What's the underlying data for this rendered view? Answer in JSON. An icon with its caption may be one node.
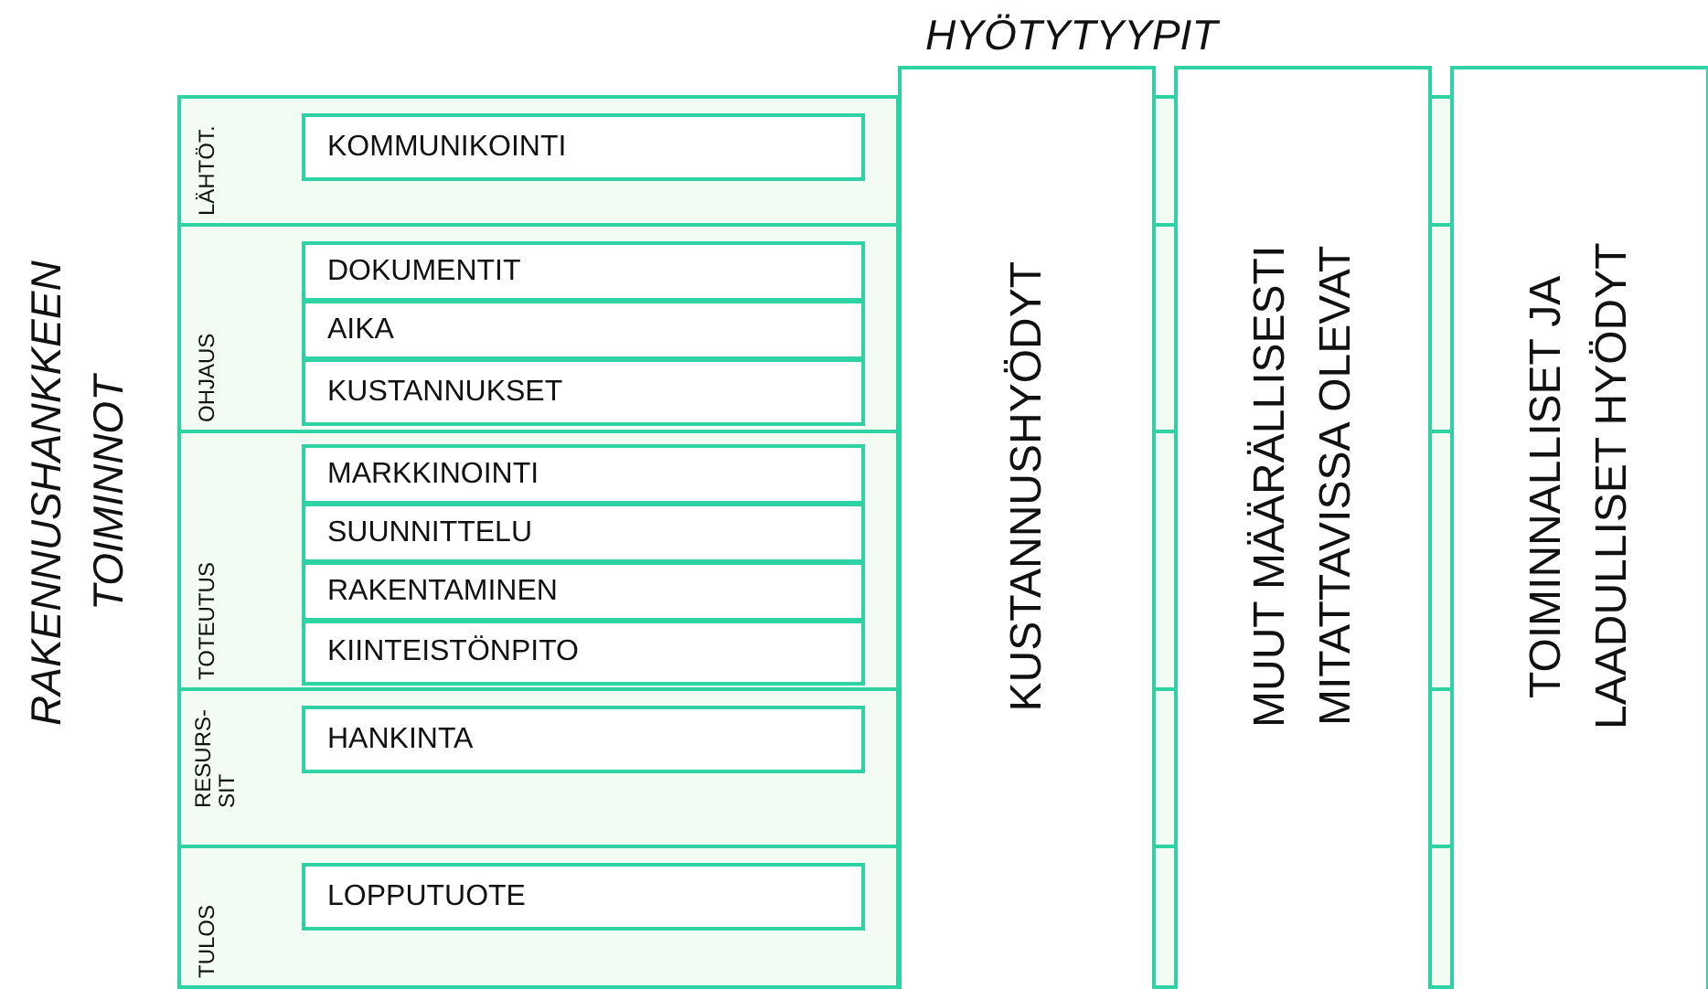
{
  "diagram": {
    "nodes": [
      {
        "text": [
          "LÄHTÖT."
        ]
      },
      {
        "text": [
          "KOMMUNIKOINTI"
        ],
        "in": 0
      },
      {
        "text": [
          "OHJAUS"
        ]
      },
      {
        "text": [
          "DOKUMENTIT"
        ],
        "in": 2
      },
      {
        "text": [
          "AIKA"
        ],
        "in": 2
      },
      {
        "text": [
          "KUSTANNUKSET"
        ],
        "in": 2
      },
      {
        "text": [
          "TOTEUTUS"
        ]
      },
      {
        "text": [
          "MARKKINOINTI"
        ],
        "in": 6
      },
      {
        "text": [
          "SUUNNITTELU"
        ],
        "in": 6
      },
      {
        "text": [
          "RAKENTAMINEN"
        ],
        "in": 6
      },
      {
        "text": [
          "KIINTEISTÖNPITO"
        ],
        "in": 6
      },
      {
        "text": [
          "RESURS- SIT"
        ]
      },
      {
        "text": [
          "HANKINTA"
        ],
        "in": 11
      },
      {
        "text": [
          "TULOS"
        ]
      },
      {
        "text": [
          "LOPPUTUOTE"
        ],
        "in": 13
      },
      {
        "text": [
          "KUSTANNUSHYÖDYT"
        ]
      },
      {
        "text": [
          "MUUT MÄÄRÄLLISESTI MITATTAVISSA OLEVAT"
        ]
      },
      {
        "text": [
          "TOIMINNALLISET JA LAADULLISET HYÖDYT"
        ]
      }
    ],
    "edges": [],
    "labels": [
      "HYÖTYTYYPIT",
      "RAKENNUSHANKKEEN TOIMINNOT"
    ]
  }
}
